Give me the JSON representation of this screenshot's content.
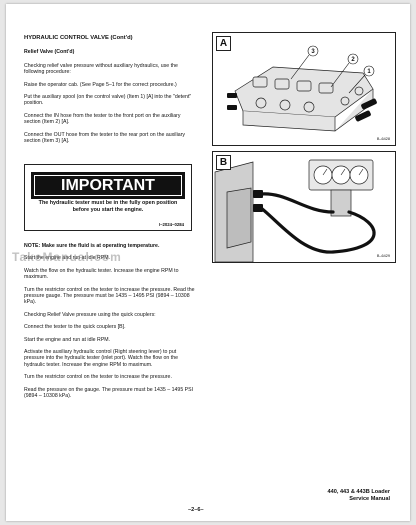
{
  "section": {
    "heading": "HYDRAULIC CONTROL VALVE (Cont'd)",
    "subheading": "Relief Valve (Cont'd)"
  },
  "paragraphs_top": [
    "Checking relief valve pressure without auxiliary hydraulics, use the following procedure:",
    "Raise the operator cab. (See Page 5–1 for the correct procedure.)",
    "Put the auxiliary spool (on the control valve) (Item 1) [A] into the \"detent\" position.",
    "Connect the IN hose from the tester to the front port on the auxiliary section (Item 2) [A].",
    "Connect the OUT hose from the tester to the rear port on the auxiliary section (Item 3) [A]."
  ],
  "important_box": {
    "banner": "IMPORTANT",
    "message": "The hydraulic tester must be in the fully open position before you start the engine.",
    "code": "I–2024–0284"
  },
  "note_text": "NOTE: Make sure the fluid is at operating temperature.",
  "paragraphs_bottom": [
    "Start the engine and run at idle RPM.",
    "Watch the flow on the hydraulic tester. Increase the engine RPM to maximum.",
    "Turn the restrictor control on the tester to increase the pressure. Read the pressure gauge. The pressure must be 1435 – 1495 PSI (9894 – 10308 kPa).",
    "Checking Relief Valve pressure using the quick couplers:",
    "Connect the tester to the quick couplers [B].",
    "Start the engine and run at idle RPM.",
    "Activate the auxiliary hydraulic control (Right steering lever) to put pressure into the hydraulic tester (inlet port). Watch the flow on the hydraulic tester. Increase the engine RPM to maximum.",
    "Turn the restrictor control on the tester to increase the pressure.",
    "Read the pressure on the gauge. The pressure must be 1435 – 1495 PSI (9894 – 10308 kPa)."
  ],
  "watermark": "TakeManual.com",
  "figure_a": {
    "label": "A",
    "code": "B–6428",
    "callouts": [
      "3",
      "2",
      "1"
    ]
  },
  "figure_b": {
    "label": "B",
    "code": "B–6429"
  },
  "page_number": "–2–6–",
  "footer": {
    "line1": "440, 443 & 443B Loader",
    "line2": "Service Manual"
  }
}
